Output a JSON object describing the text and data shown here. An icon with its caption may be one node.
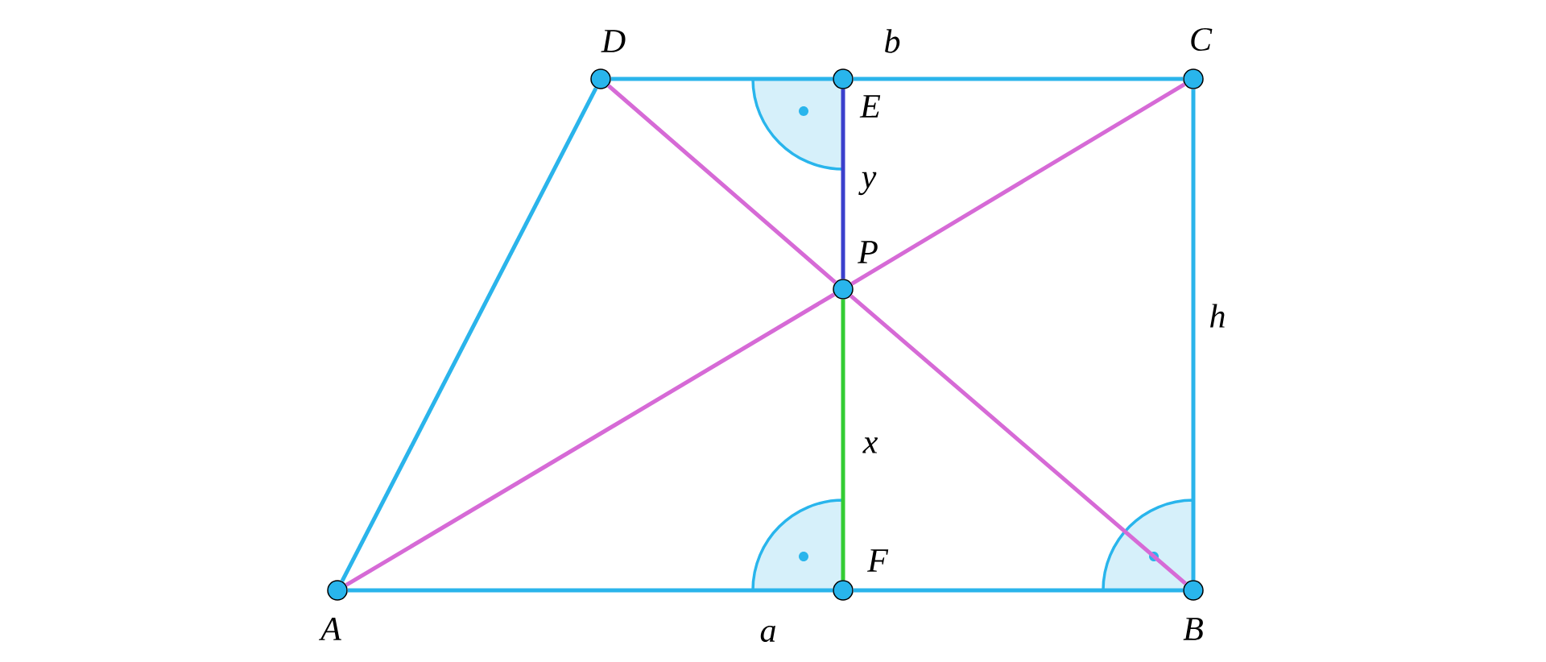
{
  "diagram": {
    "nodes": [
      {
        "text": [
          "D"
        ]
      },
      {
        "text": [
          "E"
        ]
      },
      {
        "text": [
          "C"
        ]
      },
      {
        "text": [
          "P"
        ]
      },
      {
        "text": [
          "A"
        ]
      },
      {
        "text": [
          "F"
        ]
      },
      {
        "text": [
          "B"
        ]
      }
    ],
    "edges": [
      {
        "from": 4,
        "to": 5,
        "arrow": "none"
      },
      {
        "from": 5,
        "to": 6,
        "arrow": "none"
      },
      {
        "from": 6,
        "to": 2,
        "arrow": "none",
        "label": "h"
      },
      {
        "from": 0,
        "to": 1,
        "arrow": "none"
      },
      {
        "from": 1,
        "to": 2,
        "arrow": "none"
      },
      {
        "from": 4,
        "to": 0,
        "arrow": "none"
      },
      {
        "from": 4,
        "to": 3,
        "arrow": "none",
        "color": "#d66ad6"
      },
      {
        "from": 3,
        "to": 2,
        "arrow": "none",
        "color": "#d66ad6"
      },
      {
        "from": 0,
        "to": 3,
        "arrow": "none",
        "color": "#d66ad6"
      },
      {
        "from": 3,
        "to": 6,
        "arrow": "none",
        "color": "#d66ad6"
      },
      {
        "from": 1,
        "to": 3,
        "arrow": "none",
        "color": "#3a3fcc",
        "label": "y"
      },
      {
        "from": 3,
        "to": 5,
        "arrow": "none",
        "color": "#33cc33",
        "label": "x"
      }
    ],
    "labels": [
      "b",
      "a"
    ]
  }
}
